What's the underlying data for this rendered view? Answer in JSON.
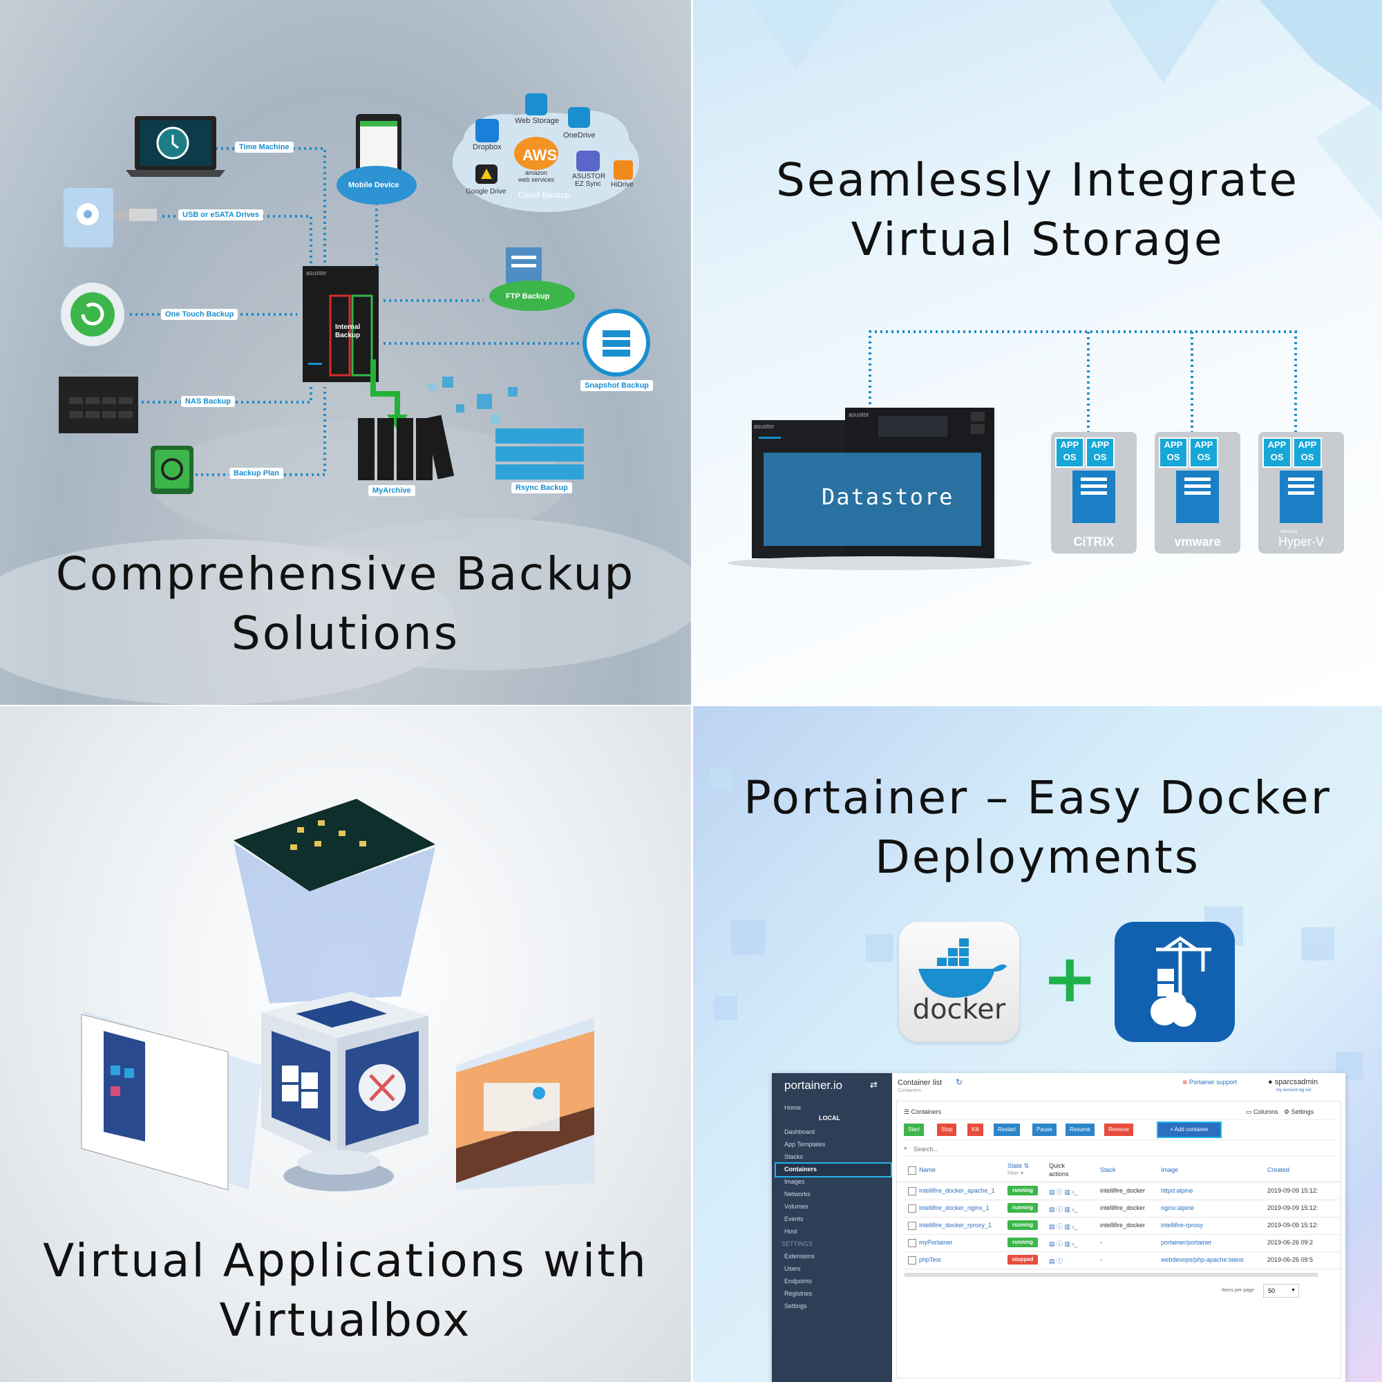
{
  "panels": {
    "backup": {
      "title_line1": "Comprehensive Backup",
      "title_line2": "Solutions",
      "labels": {
        "time_machine": "Time Machine",
        "usb": "USB or eSATA Drives",
        "one_touch": "One Touch Backup",
        "nas_backup": "NAS Backup",
        "backup_plan": "Backup Plan",
        "mobile": "Mobile Device",
        "ftp": "FTP Backup",
        "snapshot": "Snapshot Backup",
        "myarchive": "MyArchive",
        "rsync": "Rsync Backup",
        "internal_l1": "Internal",
        "internal_l2": "Backup",
        "nas_brand": "asuster"
      },
      "cloud": {
        "title": "Cloud Backup",
        "web_storage": "Web Storage",
        "onedrive": "OneDrive",
        "dropbox": "Dropbox",
        "aws": "AWS",
        "aws_sub1": "amazon",
        "aws_sub2": "web services",
        "asustor_sync1": "ASUSTOR",
        "asustor_sync2": "EZ Sync",
        "hidrive": "HiDrive",
        "google_drive": "Google Drive"
      }
    },
    "storage": {
      "title_line1": "Seamlessly Integrate",
      "title_line2": "Virtual Storage",
      "datastore": "Datastore",
      "nas_brand": "asustor",
      "app": "APP",
      "os": "OS",
      "vendors": [
        "CiTRiX",
        "vmware",
        "Hyper-V"
      ],
      "hyperv_prefix": "Microsoft"
    },
    "virtualbox": {
      "title_line1": "Virtual Applications with",
      "title_line2": "Virtualbox"
    },
    "portainer": {
      "title_line1": "Portainer – Easy Docker",
      "title_line2": "Deployments",
      "docker_label": "docker",
      "plus": "+",
      "ui": {
        "brand": "portainer.io",
        "nav": [
          "Home",
          "LOCAL",
          "Dashboard",
          "App Templates",
          "Stacks",
          "Containers",
          "Images",
          "Networks",
          "Volumes",
          "Events",
          "Host",
          "SETTINGS",
          "Extensions",
          "Users",
          "Endpoints",
          "Registries",
          "Settings"
        ],
        "header_title": "Container list",
        "header_sub": "Containers",
        "support": "Portainer support",
        "user": "sparcsadmin",
        "user_sub": "my account  log out",
        "panel_title": "Containers",
        "columns_btn": "Columns",
        "settings_btn": "Settings",
        "actions": [
          "Start",
          "Stop",
          "Kill",
          "Restart",
          "Pause",
          "Resume",
          "Remove"
        ],
        "add_container": "+ Add container",
        "search_placeholder": "Search...",
        "headers": {
          "name": "Name",
          "state": "State",
          "filter": "Filter",
          "quick1": "Quick",
          "quick2": "actions",
          "stack": "Stack",
          "image": "Image",
          "created": "Created"
        },
        "rows": [
          {
            "name": "intellifire_docker_apache_1",
            "state": "running",
            "stack": "intellifire_docker",
            "image": "httpd:alpine",
            "created": "2019-09-09 15:12:"
          },
          {
            "name": "intellifire_docker_nginx_1",
            "state": "running",
            "stack": "intellifire_docker",
            "image": "nginx:alpine",
            "created": "2019-09-09 15:12:"
          },
          {
            "name": "intellifire_docker_rproxy_1",
            "state": "running",
            "stack": "intellifire_docker",
            "image": "intellifire-rproxy",
            "created": "2019-09-09 15:12:"
          },
          {
            "name": "myPortainer",
            "state": "running",
            "stack": "-",
            "image": "portainer/portainer",
            "created": "2019-06-26 09:2"
          },
          {
            "name": "phpTest",
            "state": "stopped",
            "stack": "-",
            "image": "webdevops/php-apache:latest",
            "created": "2019-06-26 09:5"
          }
        ],
        "items_per_page": "Items per page",
        "page_size": "50"
      }
    }
  },
  "colors": {
    "accent_blue": "#1a8fd0",
    "running": "#31b44a",
    "stopped": "#e74c3c",
    "portainer_dark": "#2d3e57"
  }
}
